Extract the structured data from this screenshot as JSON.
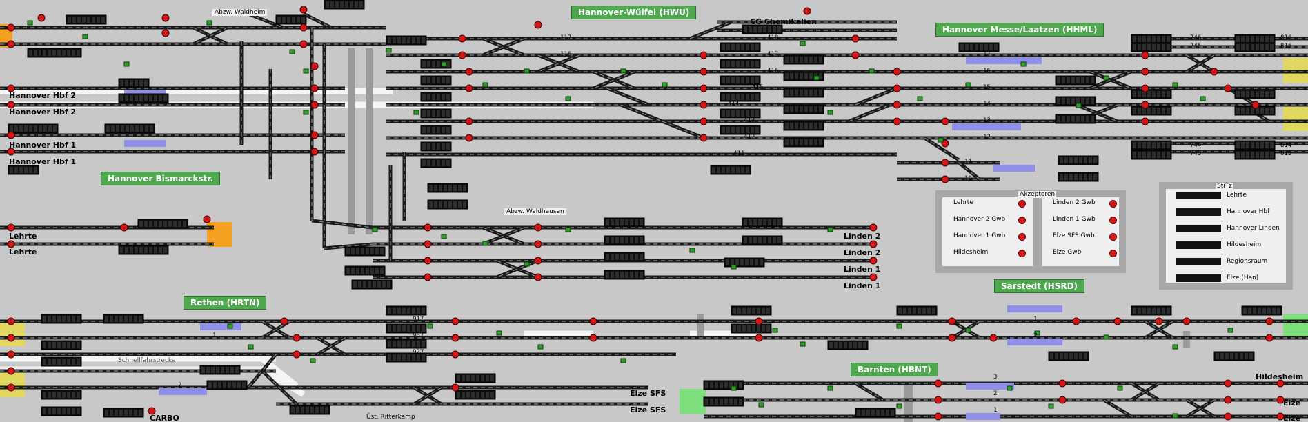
{
  "stations": [
    {
      "id": "hwu",
      "label": "Hannover-Wülfel (HWU)"
    },
    {
      "id": "hhml",
      "label": "Hannover Messe/Laatzen (HHML)"
    },
    {
      "id": "bismarck",
      "label": "Hannover Bismarckstr."
    },
    {
      "id": "hrtn",
      "label": "Rethen (HRTN)"
    },
    {
      "id": "hsrd",
      "label": "Sarstedt (HSRD)"
    },
    {
      "id": "hbnt",
      "label": "Barnten (HBNT)"
    }
  ],
  "line_labels": {
    "hbf2_a": "Hannover Hbf 2",
    "hbf2_b": "Hannover Hbf 2",
    "hbf1_a": "Hannover Hbf 1",
    "hbf1_b": "Hannover Hbf 1",
    "lehrte_a": "Lehrte",
    "lehrte_b": "Lehrte",
    "linden2_a": "Linden 2",
    "linden2_b": "Linden 2",
    "linden1_a": "Linden 1",
    "linden1_b": "Linden 1",
    "cg": "CG Chemikalien",
    "elze_a": "Elze SFS",
    "elze_b": "Elze SFS",
    "carbo": "CARBO",
    "hildesheim": "Hildesheim",
    "elze_c": "Elze",
    "elze_d": "Elze"
  },
  "small_labels": {
    "waldheim": "Abzw. Waldheim",
    "waldhausen": "Abzw. Waldhausen",
    "ritterkamp": "Üst. Ritterkamp",
    "schnell": "Schnellfahrstrecke"
  },
  "track_numbers": [
    "117",
    "116",
    "418",
    "417",
    "416",
    "415",
    "414",
    "413",
    "412",
    "411",
    "17",
    "16",
    "15",
    "14",
    "13",
    "12",
    "11",
    "10",
    "746",
    "745",
    "816",
    "815",
    "744",
    "743",
    "814",
    "813",
    "917",
    "967",
    "927",
    "1",
    "2",
    "3"
  ],
  "akzeptoren": {
    "title": "Akzeptoren",
    "left": [
      "Lehrte",
      "Hannover 2 Gwb",
      "Hannover 1 Gwb",
      "Hildesheim"
    ],
    "right": [
      "Linden 2 Gwb",
      "Linden 1 Gwb",
      "Elze SFS Gwb",
      "Elze Gwb"
    ]
  },
  "stitz": {
    "title": "StiTz",
    "items": [
      "Lehrte",
      "Hannover Hbf",
      "Hannover Linden",
      "Hildesheim",
      "Regionsraum",
      "Elze (Han)"
    ]
  },
  "colors": {
    "background": "#c8c8c8",
    "track": "#1a1a1a",
    "track_highlight": "#f5f5f5",
    "station": "#4ea84e",
    "signal_red": "#d01818",
    "signal_green": "#2ea02e",
    "occupied_blue": "#8f8fe8",
    "edge_orange": "#f4a020",
    "edge_yellow": "#e0d860",
    "edge_green": "#7de07d"
  }
}
